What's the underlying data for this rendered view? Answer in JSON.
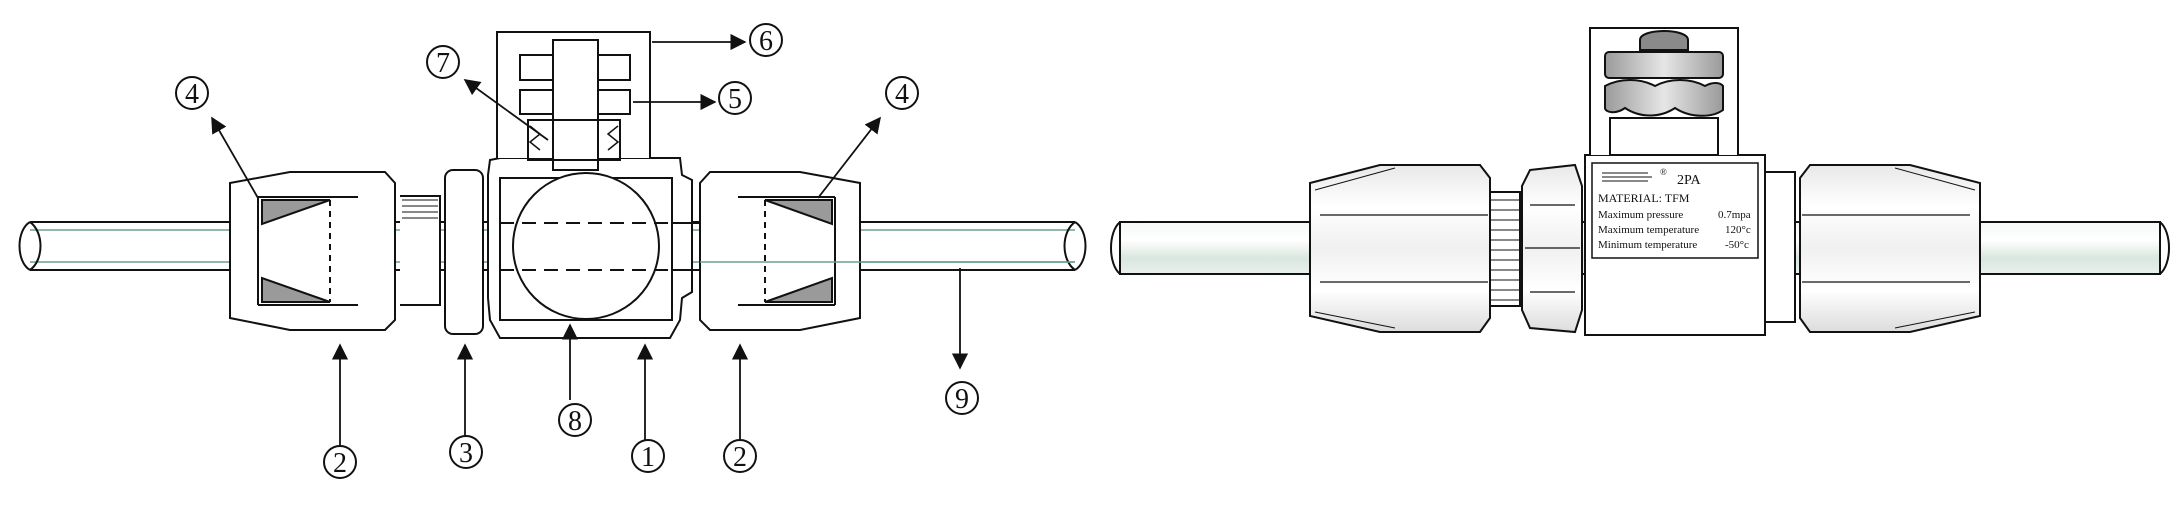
{
  "callouts": {
    "c1": "1",
    "c2": "2",
    "c3": "3",
    "c4": "4",
    "c5": "5",
    "c6": "6",
    "c7": "7",
    "c8": "8",
    "c9": "9"
  },
  "nameplate": {
    "model": "2PA",
    "registered_mark": "®",
    "material": "MATERIAL:  TFM",
    "max_pressure_label": "Maximum  pressure",
    "max_pressure_value": "0.7mpa",
    "max_temp_label": "Maximum  temperature",
    "max_temp_value": "120°c",
    "min_temp_label": "Minimum  temperature",
    "min_temp_value": "-50°c"
  },
  "colors": {
    "line": "#111111",
    "tube_fill": "#e6efe9",
    "tube_inner": "#c9dcd2",
    "ferrule": "#9a9a9a",
    "nut_light": "#f2f2f2",
    "nut_mid": "#d6d6d6",
    "handle_dark": "#8a8a8a"
  }
}
